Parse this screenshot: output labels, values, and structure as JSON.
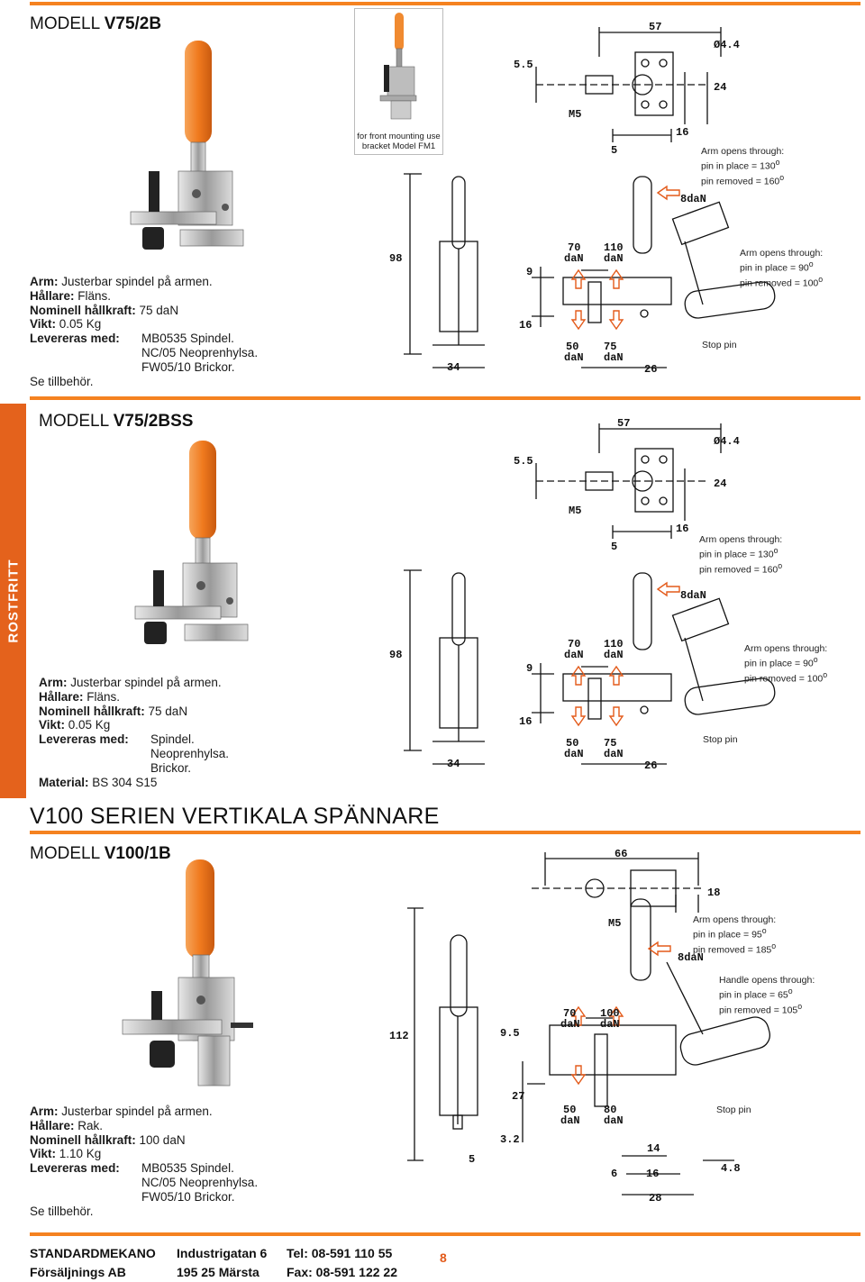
{
  "v752b": {
    "model_prefix": "MODELL ",
    "model_name": "V75/2B",
    "spec": {
      "arm_k": "Arm:",
      "arm_v": " Justerbar spindel på armen.",
      "hallare_k": "Hållare:",
      "hallare_v": " Fläns.",
      "kraft_k": "Nominell hållkraft:",
      "kraft_v": " 75 daN",
      "vikt_k": "Vikt:",
      "vikt_v": " 0.05 Kg",
      "lev_k": "Levereras med:",
      "lev_items": [
        "MB0535 Spindel.",
        "NC/05 Neoprenhylsa.",
        "FW05/10 Brickor."
      ],
      "see": "Se tillbehör."
    },
    "bracket_caption": [
      "for front mounting use",
      "bracket Model FM1"
    ],
    "arm_open_1": [
      "Arm opens through:",
      "pin in place = 130",
      "pin removed = 160"
    ],
    "arm_open_2": [
      "Arm opens through:",
      "pin in place = 90",
      "pin removed = 100"
    ],
    "stop_pin": "Stop pin",
    "dims": {
      "d57": "57",
      "d44": "Ø4.4",
      "d55": "5.5",
      "d24": "24",
      "m5": "M5",
      "d16": "16",
      "d5": "5",
      "d8dan": "8daN",
      "d98": "98",
      "d70": "70",
      "d110": "110",
      "dan": "daN",
      "d9": "9",
      "d16b": "16",
      "d50": "50",
      "d75": "75",
      "d34": "34",
      "d26": "26"
    }
  },
  "v752bss": {
    "model_prefix": "MODELL ",
    "model_name": "V75/2BSS",
    "side_label": "ROSTFRITT",
    "spec": {
      "arm_k": "Arm:",
      "arm_v": " Justerbar spindel på armen.",
      "hallare_k": "Hållare:",
      "hallare_v": " Fläns.",
      "kraft_k": "Nominell hållkraft:",
      "kraft_v": " 75 daN",
      "vikt_k": "Vikt:",
      "vikt_v": " 0.05 Kg",
      "lev_k": "Levereras med:",
      "lev_items": [
        "Spindel.",
        "Neoprenhylsa.",
        "Brickor."
      ],
      "mat_k": "Material:",
      "mat_v": " BS 304 S15"
    },
    "arm_open_1": [
      "Arm opens through:",
      "pin in place = 130",
      "pin removed = 160"
    ],
    "arm_open_2": [
      "Arm opens through:",
      "pin in place = 90",
      "pin removed = 100"
    ],
    "stop_pin": "Stop pin"
  },
  "v100": {
    "section_title": "V100 SERIEN VERTIKALA SPÄNNARE",
    "model_prefix": "MODELL ",
    "model_name": "V100/1B",
    "spec": {
      "arm_k": "Arm:",
      "arm_v": " Justerbar spindel på armen.",
      "hallare_k": "Hållare:",
      "hallare_v": " Rak.",
      "kraft_k": "Nominell hållkraft:",
      "kraft_v": " 100 daN",
      "vikt_k": "Vikt:",
      "vikt_v": " 1.10 Kg",
      "lev_k": "Levereras med:",
      "lev_items": [
        "MB0535 Spindel.",
        "NC/05 Neoprenhylsa.",
        "FW05/10 Brickor."
      ],
      "see": "Se tillbehör."
    },
    "arm_open": [
      "Arm opens through:",
      "pin in place = 95",
      "pin removed = 185"
    ],
    "handle_open": [
      "Handle opens through:",
      "pin in place = 65",
      "pin removed = 105"
    ],
    "stop_pin": "Stop pin",
    "dims": {
      "d66": "66",
      "d18": "18",
      "m5": "M5",
      "d8dan": "8daN",
      "d112": "112",
      "d95": "9.5",
      "d70": "70",
      "d100": "100",
      "dan": "daN",
      "d27": "27",
      "d50": "50",
      "d80": "80",
      "d32": "3.2",
      "d5": "5",
      "d14": "14",
      "d6": "6",
      "d16": "16",
      "d48": "4.8",
      "d28": "28"
    }
  },
  "degree": "o",
  "footer": {
    "company1": "STANDARDMEKANO",
    "company2": "Försäljnings AB",
    "street": "Industrigatan 6",
    "city": "195 25 Märsta",
    "tel": "Tel: 08-591 110 55",
    "fax": "Fax: 08-591 122 22",
    "page": "8"
  },
  "colors": {
    "accent": "#f58220",
    "sidebar": "#e4621c",
    "handle": "#f08a30"
  }
}
